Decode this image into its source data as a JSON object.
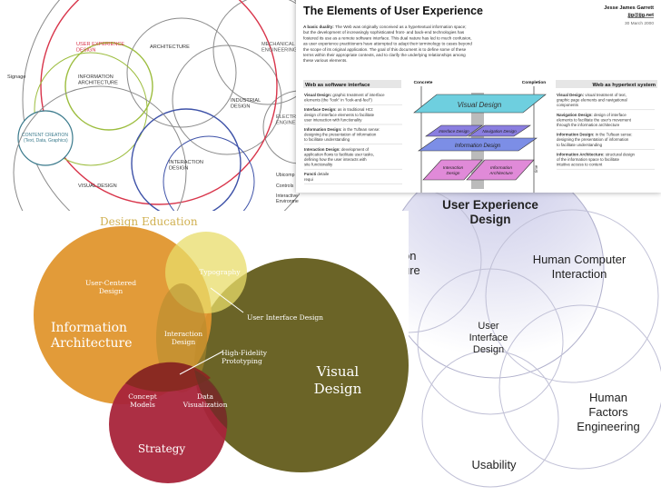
{
  "diagram1": {
    "labels": {
      "ux_design": "USER EXPERIENCE\nDESIGN",
      "architecture": "ARCHITECTURE",
      "mechanical": "MECHANICAL\nENGINEERING",
      "signage": "Signage",
      "info_arch": "INFORMATION\nARCHITECTURE",
      "industrial": "INDUSTRIAL\nDESIGN",
      "content": "CONTENT CREATION\n(Text, Data, Graphics)",
      "electrical": "ELECTRI\nENGINE",
      "interaction": "INTERACTION\nDESIGN",
      "visual": "VISUAL DESIGN",
      "ubicomp": "Ubicomp",
      "controls": "Controls",
      "interactive": "Interactive\nEnvironme"
    },
    "colors": {
      "red": "#d8344a",
      "blue": "#3e52a8",
      "green": "#9cbd3e",
      "grey": "#8a8a8a",
      "teal": "#3a7a8c"
    }
  },
  "document": {
    "title": "The Elements of User Experience",
    "author": "Jesse James Garrett",
    "email": "jjg@jjg.net",
    "date": "30 March 2000",
    "intro_lead": "A basic duality:",
    "intro_lines": [
      "The Web was originally conceived as a hypertextual information space;",
      "but the development of increasingly sophisticated front- and back-end technologies has",
      "fostered its use as a remote software interface. This dual nature has led to much confusion,",
      "as user experience practitioners have attempted to adapt their terminology to cases beyond",
      "the scope of its original application. The goal of this document is to define some of these",
      "terms within their appropriate contexts, and to clarify the underlying relationships among",
      "these various elements."
    ],
    "left_header": "Web as software interface",
    "right_header": "Web as hypertext system",
    "concrete_label": "Concrete",
    "completion_label": "Completion",
    "time_label": "time",
    "layers": {
      "visual": "Visual Design",
      "interface": "Interface Design",
      "navigation": "Navigation Design",
      "information": "Information Design",
      "interaction": "Interaction Design",
      "information_arch": "Information Architecture"
    },
    "left_items": [
      {
        "lead": "Visual Design:",
        "lines": [
          "graphic treatment of interface",
          "elements (the \"look\" in \"look-and-feel\")"
        ]
      },
      {
        "lead": "Interface Design:",
        "lines": [
          "as in traditional HCI:",
          "design of interface elements to facilitate",
          "user interaction with functionality"
        ]
      },
      {
        "lead": "Information Design:",
        "lines": [
          "in the Tuftean sense:",
          "designing the presentation of information",
          "to facilitate understanding"
        ]
      },
      {
        "lead": "Interaction Design:",
        "lines": [
          "development of",
          "application flows to facilitate user tasks,",
          "defining how the user interacts with",
          "site functionality"
        ]
      },
      {
        "lead": "Functi",
        "lines": [
          "detaile",
          "requi"
        ]
      }
    ],
    "right_items": [
      {
        "lead": "Visual Design:",
        "lines": [
          "visual treatment of text,",
          "graphic page elements and navigational",
          "components"
        ]
      },
      {
        "lead": "Navigation Design:",
        "lines": [
          "design of interface",
          "elements to facilitate the user's movement",
          "through the information architecture"
        ]
      },
      {
        "lead": "Information Design:",
        "lines": [
          "in the Tuftean sense:",
          "designing the presentation of information",
          "to facilitate understanding"
        ]
      },
      {
        "lead": "Information Architecture:",
        "lines": [
          "structural design",
          "of the information space to facilitate",
          "intuitive access to content"
        ]
      }
    ]
  },
  "diagram2": {
    "title": "Design Education",
    "labels": {
      "ucd": "User-Centered\nDesign",
      "typography": "Typography",
      "uid": "User Interface Design",
      "info_arch": "Information\nArchitecture",
      "interaction": "Interaction\nDesign",
      "hifi": "High-Fidelity\nPrototyping",
      "visual": "Visual\nDesign",
      "concept": "Concept\nModels",
      "dataviz": "Data\nVisualization",
      "strategy": "Strategy"
    },
    "colors": {
      "title": "#d0b050",
      "orange": "#e0962e",
      "yellow": "#e8dc6a",
      "olive": "#6b6427",
      "red": "#a8243a"
    }
  },
  "diagram3": {
    "labels": {
      "uxd": "User Experience\nDesign",
      "ia": "on\nure",
      "hci": "Human Computer\nInteraction",
      "uid": "User\nInterface\nDesign",
      "hfe": "Human\nFactors\nEngineering",
      "usability": "Usability"
    },
    "colors": {
      "fill": "#c8c8e8",
      "stroke": "#b0b0cc"
    }
  }
}
